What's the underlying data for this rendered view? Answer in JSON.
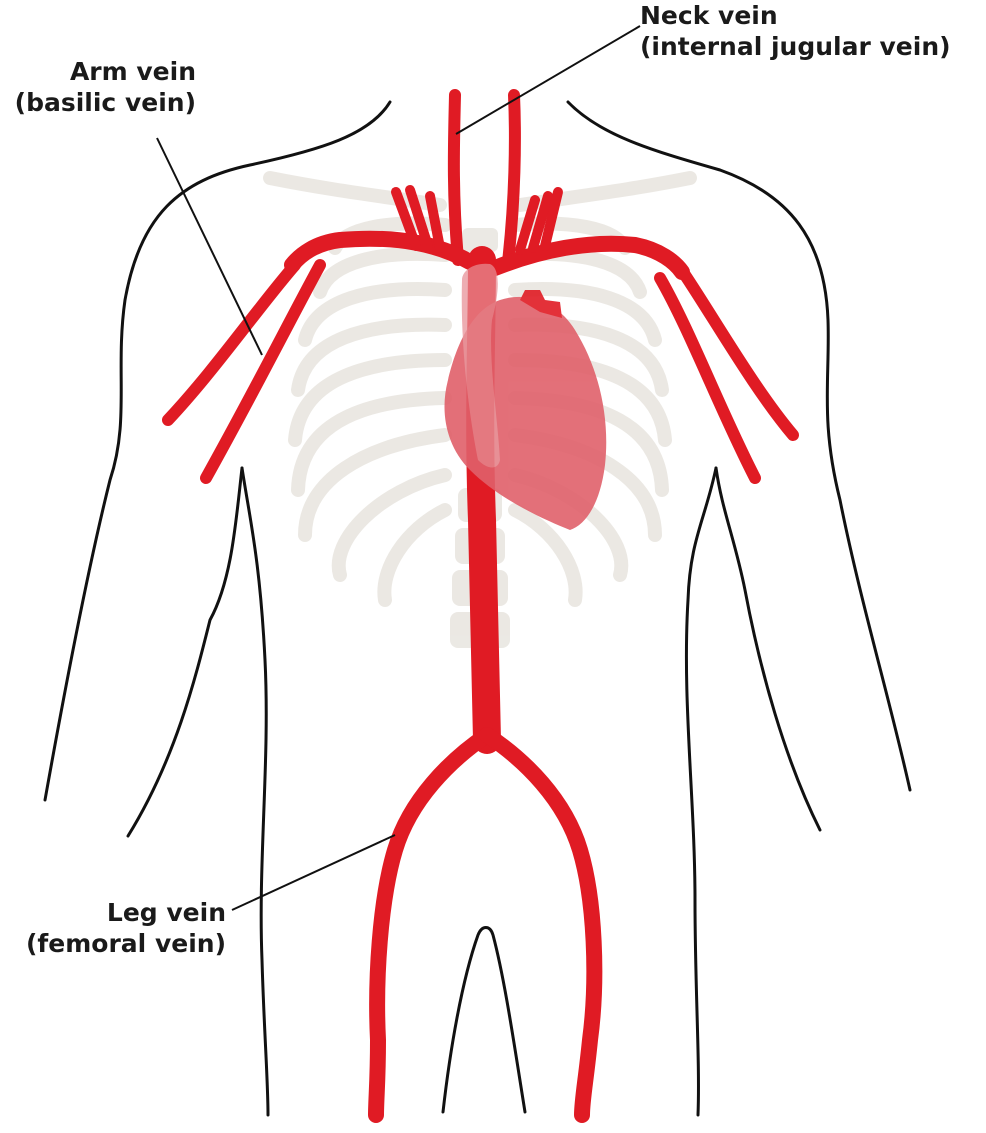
{
  "colors": {
    "vein": "#e01b24",
    "heart": "#e0606a",
    "skeleton": "#e8e5df",
    "outline": "#111111",
    "leader": "#111111"
  },
  "labels": {
    "arm": {
      "name": "Arm vein",
      "detail": "(basilic vein)"
    },
    "neck": {
      "name": "Neck vein",
      "detail": "(internal jugular vein)"
    },
    "leg": {
      "name": "Leg vein",
      "detail": "(femoral vein)"
    }
  }
}
